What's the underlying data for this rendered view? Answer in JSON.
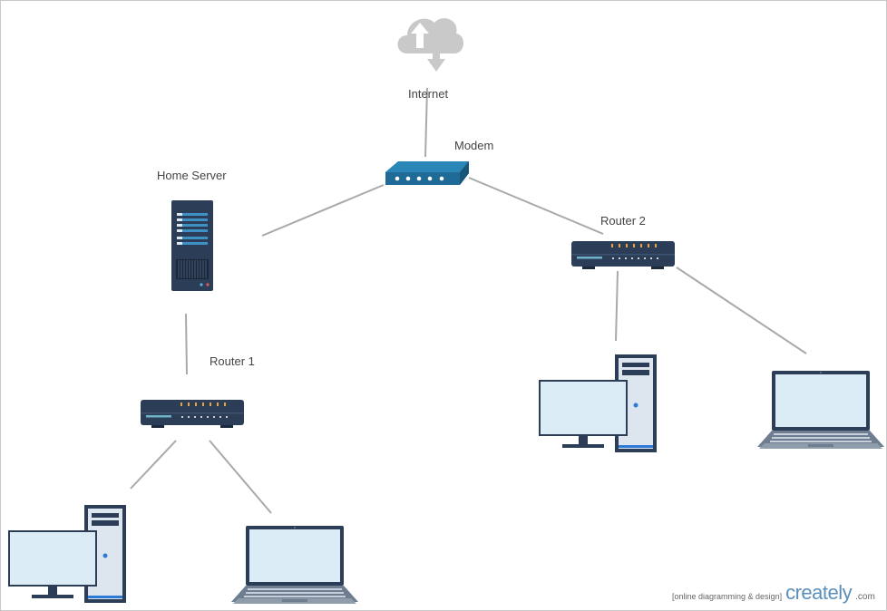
{
  "labels": {
    "internet": "Internet",
    "modem": "Modem",
    "home_server": "Home Server",
    "router1": "Router 1",
    "router2": "Router 2"
  },
  "watermark": {
    "tagline": "[online diagramming & design]",
    "brand": "creately",
    "tld": ".com"
  },
  "colors": {
    "connector": "#a9a9a9",
    "cloud": "#c9c9c9",
    "modem": "#1f6a96",
    "device_dark": "#2c3e57",
    "screen": "#dcecf7",
    "led_orange": "#e9a43b",
    "brand": "#5b8fb9"
  },
  "icons": [
    "cloud-upload-download-icon",
    "modem-icon",
    "server-tower-icon",
    "router-icon",
    "desktop-computer-icon",
    "laptop-icon"
  ]
}
